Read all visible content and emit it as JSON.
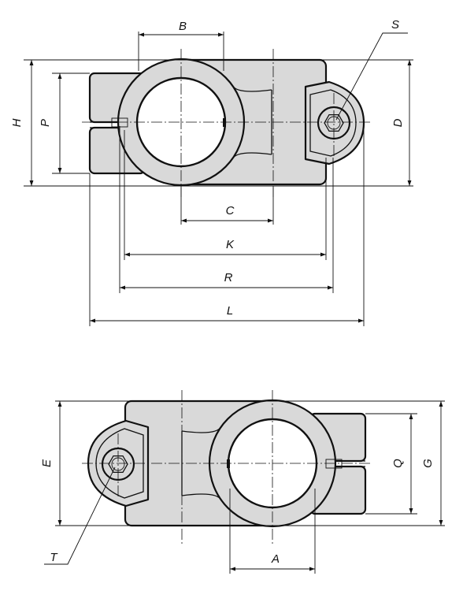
{
  "labels": {
    "B": "B",
    "S": "S",
    "H": "H",
    "P": "P",
    "D": "D",
    "C": "C",
    "K": "K",
    "R": "R",
    "L": "L",
    "E": "E",
    "Q": "Q",
    "G": "G",
    "A": "A",
    "T": "T"
  },
  "colors": {
    "part_fill": "#d9d9d9",
    "line": "#111111",
    "background": "#ffffff"
  }
}
